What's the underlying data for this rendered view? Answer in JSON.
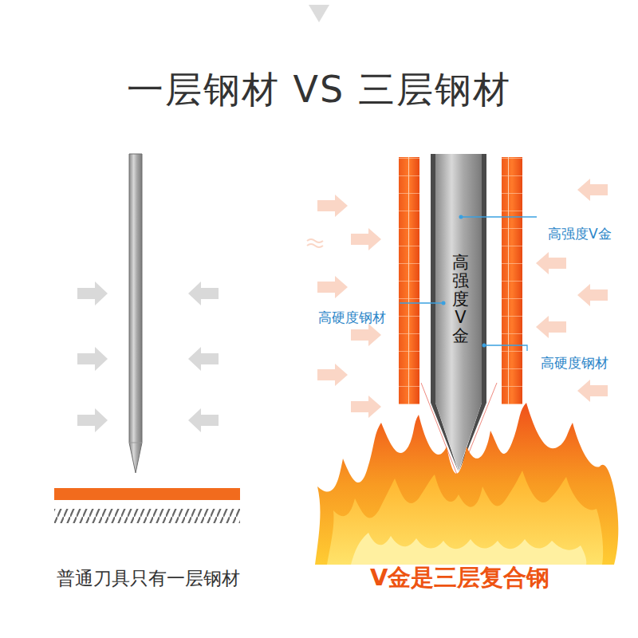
{
  "diagram": {
    "title": "一层钢材 VS 三层钢材",
    "labels": [
      "高强度V金",
      "高强度V金",
      "高硬度钢材",
      "高硬度钢材",
      "普通刀具只有一层钢材",
      "V金是三层复合钢"
    ]
  }
}
